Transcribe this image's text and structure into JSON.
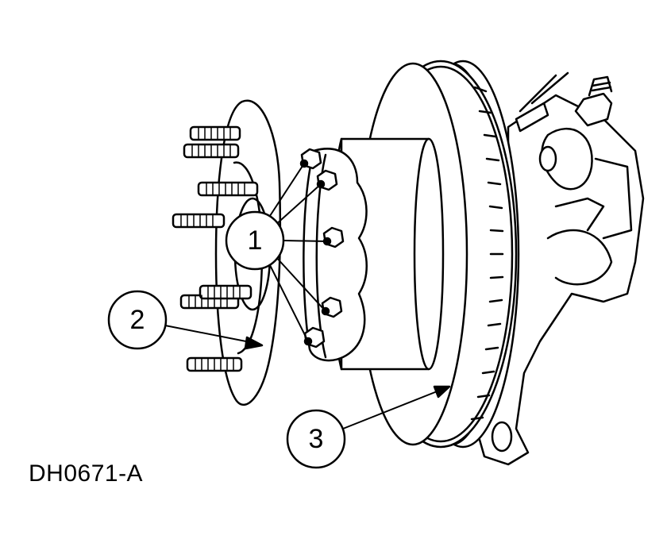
{
  "figure_id": "DH0671-A",
  "callouts": [
    {
      "label": "1"
    },
    {
      "label": "2"
    },
    {
      "label": "3"
    }
  ]
}
